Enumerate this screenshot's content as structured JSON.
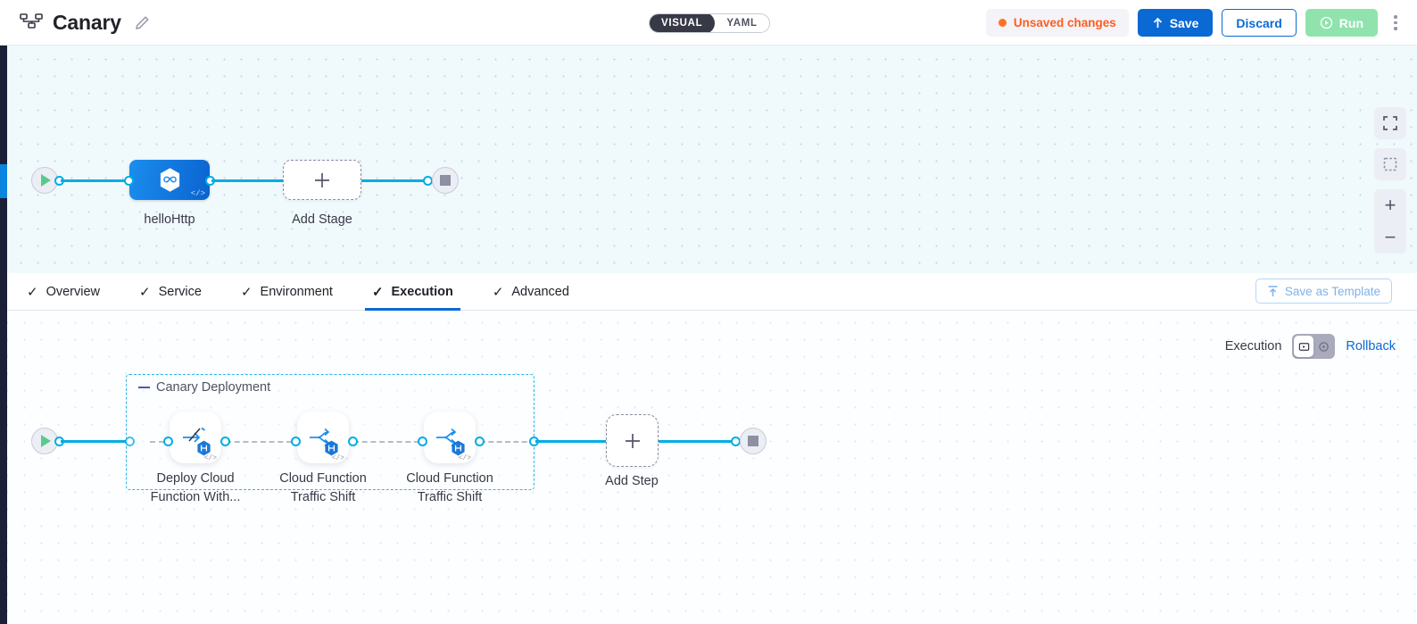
{
  "header": {
    "pipeline_icon": "pipeline-icon",
    "title": "Canary",
    "edit_icon": "pencil-icon",
    "view_toggle": {
      "options": [
        "VISUAL",
        "YAML"
      ],
      "selected": "VISUAL"
    },
    "status": {
      "label": "Unsaved changes",
      "dot_color": "#ff7223",
      "text_color": "#ff5e1f"
    },
    "save_label": "Save",
    "discard_label": "Discard",
    "run_label": "Run",
    "more_icon": "kebab-menu-icon"
  },
  "colors": {
    "accent_blue": "#0b69d4",
    "edge_cyan": "#00ade4",
    "run_green": "#90e3ad",
    "group_dash": "#2bb6e8",
    "rail_dark": "#1b2038",
    "rail_highlight": "#0b85e0"
  },
  "stage_canvas": {
    "start_icon": "play-start-icon",
    "end_icon": "stop-end-icon",
    "stage": {
      "label": "helloHttp",
      "icon": "harness-hexagon-icon",
      "code_glyph": "</>"
    },
    "add_stage": {
      "label": "Add Stage",
      "icon": "plus-icon"
    },
    "controls": {
      "fullscreen": "fullscreen-icon",
      "fit_view": "fit-to-view-icon",
      "zoom_in": "+",
      "zoom_out": "−"
    }
  },
  "tabs": [
    {
      "label": "Overview",
      "check": "✓",
      "active": false
    },
    {
      "label": "Service",
      "check": "✓",
      "active": false
    },
    {
      "label": "Environment",
      "check": "✓",
      "active": false
    },
    {
      "label": "Execution",
      "check": "✓",
      "active": true
    },
    {
      "label": "Advanced",
      "check": "✓",
      "active": false
    }
  ],
  "save_template": {
    "label": "Save as Template",
    "icon": "template-upload-icon"
  },
  "execution_controls": {
    "label": "Execution",
    "toggle": {
      "left_icon": "execution-steps-icon",
      "right_icon": "rollback-steps-icon",
      "selected": "left"
    },
    "rollback_label": "Rollback"
  },
  "execution_canvas": {
    "start_icon": "play-start-icon",
    "end_icon": "stop-end-icon",
    "group": {
      "title": "Canary Deployment",
      "collapse_icon": "collapse-dash-icon",
      "steps": [
        {
          "name": "Deploy Cloud\nFunction With...",
          "line1": "Deploy Cloud",
          "line2": "Function With...",
          "icon": "deploy-arrow-icon",
          "badge": "harness-hexagon-badge",
          "code_glyph": "</>"
        },
        {
          "name": "Cloud Function\nTraffic Shift",
          "line1": "Cloud Function",
          "line2": "Traffic Shift",
          "icon": "traffic-split-icon",
          "badge": "harness-hexagon-badge",
          "code_glyph": "</>"
        },
        {
          "name": "Cloud Function\nTraffic Shift",
          "line1": "Cloud Function",
          "line2": "Traffic Shift",
          "icon": "traffic-split-icon",
          "badge": "harness-hexagon-badge",
          "code_glyph": "</>"
        }
      ]
    },
    "add_step": {
      "label": "Add Step",
      "icon": "plus-icon"
    }
  }
}
